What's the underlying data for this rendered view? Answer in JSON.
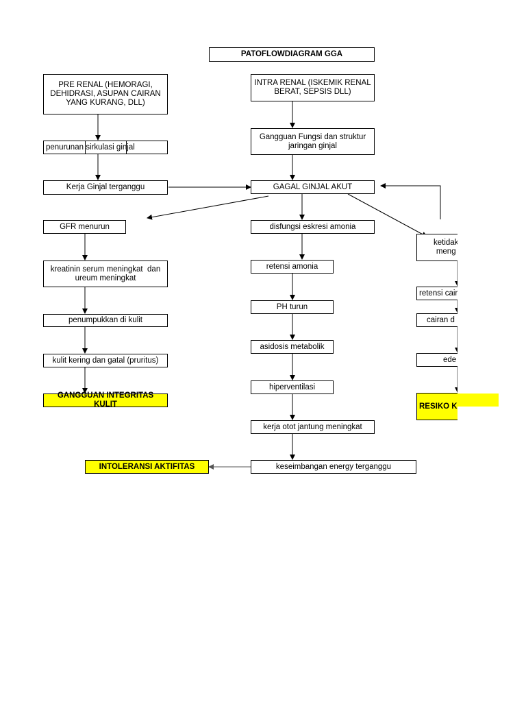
{
  "title": "PATOFLOWDIAGRAM GGA",
  "boxes": {
    "pre_renal": "PRE RENAL (HEMORAGI,\nDEHIDRASI, ASUPAN CAIRAN\nYANG KURANG, DLL)",
    "penurunan": "penurunan  sirkulasi ginjal",
    "kerja_ginjal": "Kerja Ginjal terganggu",
    "intra_renal": "INTRA RENAL (ISKEMIK RENAL\nBERAT, SEPSIS DLL)",
    "gangguan_fungsi": "Gangguan Fungsi dan struktur\njaringan ginjal",
    "gagal_ginjal": "GAGAL GINJAL AKUT",
    "gfr": "GFR menurun",
    "kreatinin": "kreatinin serum meningkat  dan\nureum meningkat",
    "penumpukkan": "penumpukkan di kulit",
    "kulit_kering": "kulit kering dan gatal (pruritus)",
    "gangguan_integritas": "GANGGUAN INTEGRITAS KULIT",
    "disfungsi": "disfungsi eskresi amonia",
    "retensi_amonia": "retensi amonia",
    "ph_turun": "PH turun",
    "asidosis": "asidosis metabolik",
    "hiperventilasi": "hiperventilasi",
    "kerja_otot": "kerja otot jantung meningkat",
    "keseimbangan": "keseimbangan energy terganggu",
    "intoleransi": "INTOLERANSI AKTIFITAS",
    "ketidak": "ketidak\nmeng",
    "retensi_cairan": "retensi cair",
    "cairan": "cairan d",
    "edema": "ede",
    "resiko": "RESIKO KE"
  },
  "colors": {
    "highlight": "#ffff00",
    "line": "#000000",
    "connector_gray": "#888888"
  }
}
